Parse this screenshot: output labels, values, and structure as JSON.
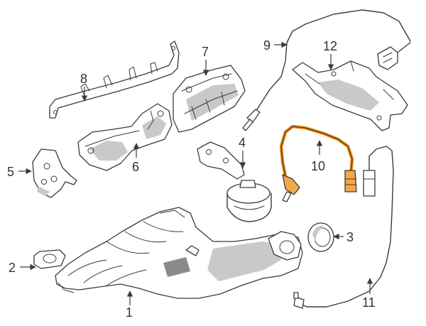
{
  "diagram": {
    "highlight_color": "#e38a1a",
    "callouts": [
      {
        "id": "c1",
        "label": "1"
      },
      {
        "id": "c2",
        "label": "2"
      },
      {
        "id": "c3",
        "label": "3"
      },
      {
        "id": "c4",
        "label": "4"
      },
      {
        "id": "c5",
        "label": "5"
      },
      {
        "id": "c6",
        "label": "6"
      },
      {
        "id": "c7",
        "label": "7"
      },
      {
        "id": "c8",
        "label": "8"
      },
      {
        "id": "c9",
        "label": "9"
      },
      {
        "id": "c10",
        "label": "10"
      },
      {
        "id": "c11",
        "label": "11"
      },
      {
        "id": "c12",
        "label": "12"
      }
    ]
  }
}
